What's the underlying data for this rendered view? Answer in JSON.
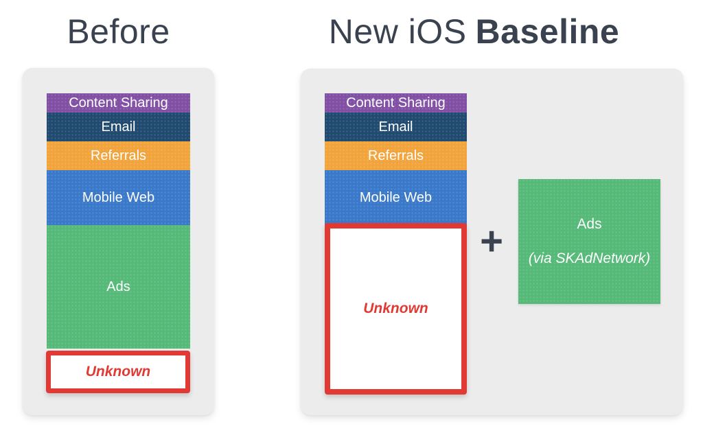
{
  "titles": {
    "before": "Before",
    "after_light": "New iOS",
    "after_bold": "Baseline"
  },
  "colors": {
    "title_text": "#39424e",
    "panel_bg": "#ececec",
    "bar_text": "#ffffff",
    "red": "#e13a34",
    "plus": "#39424e"
  },
  "before_panel": {
    "segments": [
      {
        "label": "Content Sharing",
        "color": "#8150a4"
      },
      {
        "label": "Email",
        "color": "#204a70"
      },
      {
        "label": "Referrals",
        "color": "#f2a43c"
      },
      {
        "label": "Mobile Web",
        "color": "#3a78c9"
      },
      {
        "label": "Ads",
        "color": "#55b978"
      }
    ],
    "unknown_label": "Unknown"
  },
  "after_panel": {
    "segments": [
      {
        "label": "Content Sharing",
        "color": "#8150a4"
      },
      {
        "label": "Email",
        "color": "#204a70"
      },
      {
        "label": "Referrals",
        "color": "#f2a43c"
      },
      {
        "label": "Mobile Web",
        "color": "#3a78c9"
      }
    ],
    "unknown_label": "Unknown",
    "plus_symbol": "+",
    "ads_box": {
      "title": "Ads",
      "subtitle": "(via SKAdNetwork)",
      "color": "#55b978"
    }
  }
}
